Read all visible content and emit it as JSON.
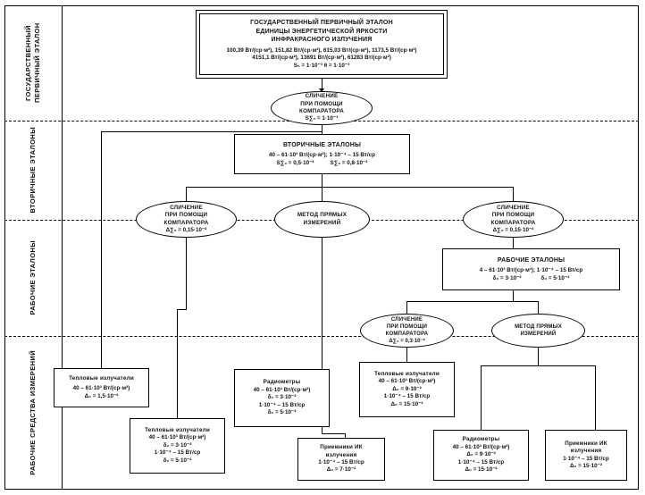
{
  "diagram": {
    "title": "Государственная поверочная схема — энергетическая яркость ИК излучения",
    "levels": [
      {
        "id": "level-primary",
        "label": "ГОСУДАРСТВЕННЫЙ\nПЕРВИЧНЫЙ\nЭТАЛОН"
      },
      {
        "id": "level-secondary",
        "label": "ВТОРИЧНЫЕ\nЭТАЛОНЫ"
      },
      {
        "id": "level-working-standards",
        "label": "РАБОЧИЕ\nЭТАЛОНЫ"
      },
      {
        "id": "level-working-instruments",
        "label": "РАБОЧИЕ СРЕДСТВА\nИЗМЕРЕНИЙ"
      }
    ],
    "primary_standard": {
      "title_line1": "ГОСУДАРСТВЕННЫЙ ПЕРВИЧНЫЙ ЭТАЛОН",
      "title_line2": "ЕДИНИЦЫ ЭНЕРГЕТИЧЕСКОЙ ЯРКОСТИ",
      "title_line3": "ИНФРАКРАСНОГО ИЗЛУЧЕНИЯ",
      "values_line1": "100,39 Вт/(ср·м²), 151,82 Вт/(ср·м²), 615,03 Вт/(ср·м²), 1173,5 Вт/(ср·м²)",
      "values_line2": "4151,1 Вт/(ср·м²), 13691 Вт/(ср·м²), 61283 Вт/(ср·м²)",
      "uncertainty": "S₀ = 1·10⁻³   θ = 1·10⁻³"
    },
    "comparator_top": {
      "line1": "СЛИЧЕНИЕ",
      "line2": "ПРИ ПОМОЩИ",
      "line3": "КОМПАРАТОРА",
      "value": "S∑₀ = 1·10⁻³"
    },
    "secondary_standards": {
      "title": "ВТОРИЧНЫЕ ЭТАЛОНЫ",
      "range": "40 – 61·10³ Вт/(ср·м²); 1·10⁻⁴ – 15 Вт/ср",
      "value1": "S∑₀ = 0,5·10⁻²",
      "value2": "S∑₀ = 0,8·10⁻²"
    },
    "mid_methods": [
      {
        "id": "comparator-left",
        "line1": "СЛИЧЕНИЕ",
        "line2": "ПРИ ПОМОЩИ",
        "line3": "КОМПАРАТОРА",
        "value": "Δ∑₀ = 0,15·10⁻²"
      },
      {
        "id": "direct-measurement-mid",
        "line1": "МЕТОД ПРЯМЫХ",
        "line2": "ИЗМЕРЕНИЙ",
        "line3": "",
        "value": ""
      },
      {
        "id": "comparator-right",
        "line1": "СЛИЧЕНИЕ",
        "line2": "ПРИ ПОМОЩИ",
        "line3": "КОМПАРАТОРА",
        "value": "Δ∑₀ = 0,15·10⁻²"
      }
    ],
    "working_standards": {
      "title": "РАБОЧИЕ ЭТАЛОНЫ",
      "range": "4 – 61·10³ Вт/(ср·м²); 1·10⁻⁴ – 15 Вт/ср",
      "value1": "δ₀ = 3·10⁻²",
      "value2": "δ₀ = 5·10⁻²"
    },
    "low_methods": [
      {
        "id": "comparator-low",
        "line1": "СЛИЧЕНИЕ",
        "line2": "ПРИ ПОМОЩИ",
        "line3": "КОМПАРАТОРА",
        "value": "Δ∑₀ = 0,3·10⁻²"
      },
      {
        "id": "direct-measurement-low",
        "line1": "МЕТОД ПРЯМЫХ",
        "line2": "ИЗМЕРЕНИЙ",
        "line3": "",
        "value": ""
      }
    ],
    "instruments": [
      {
        "id": "thermal-emitters-1",
        "title_line1": "Тепловые излучатели",
        "title_line2": "",
        "rows": [
          "40 – 61·10³ Вт/(ср·м²)",
          "Δ₀ = 1,5·10⁻²"
        ]
      },
      {
        "id": "thermal-emitters-2",
        "title_line1": "Тепловые излучатели",
        "title_line2": "",
        "rows": [
          "40 – 61·10³ Вт/(ср·м²)",
          "δ₀ = 3·10⁻²",
          "1·10⁻⁴ – 15 Вт/ср",
          "δ₀ = 5·10⁻²"
        ]
      },
      {
        "id": "radiometers-1",
        "title_line1": "Радиометры",
        "title_line2": "",
        "rows": [
          "40 – 61·10³ Вт/(ср·м²)",
          "δ₀ = 3·10⁻²",
          "1·10⁻⁴ – 15 Вт/ср",
          "δ₀ = 5·10⁻²"
        ]
      },
      {
        "id": "ir-receivers-1",
        "title_line1": "Приемники ИК",
        "title_line2": "излучения",
        "rows": [
          "1·10⁻⁴ – 15 Вт/ср",
          "Δ₀ = 7·10⁻²"
        ]
      },
      {
        "id": "thermal-emitters-3",
        "title_line1": "Тепловые излучатели",
        "title_line2": "",
        "rows": [
          "40 – 61·10³ Вт/(ср·м²)",
          "Δ₀ = 9·10⁻²",
          "1·10⁻⁴ – 15 Вт/ср",
          "Δ₀ = 15·10⁻²"
        ]
      },
      {
        "id": "radiometers-2",
        "title_line1": "Радиометры",
        "title_line2": "",
        "rows": [
          "40 – 61·10³ Вт/(ср·м²)",
          "Δ₀ = 9·10⁻²",
          "1·10⁻⁴ – 15 Вт/ср",
          "Δ₀ = 15·10⁻²"
        ]
      },
      {
        "id": "ir-receivers-2",
        "title_line1": "Приемники ИК",
        "title_line2": "излучения",
        "rows": [
          "1·10⁻⁴ – 15 Вт/ср",
          "Δ₀ = 15·10⁻²"
        ]
      }
    ]
  }
}
